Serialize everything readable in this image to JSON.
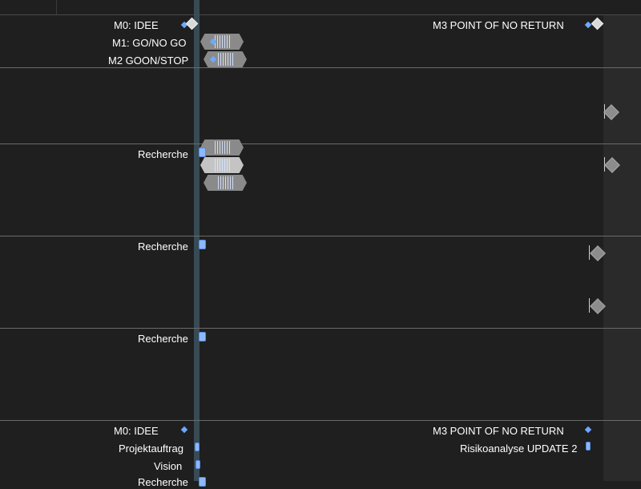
{
  "colors": {
    "background": "#1f1f1f",
    "today_line": "#3a4e57",
    "task_blue": "#8bb8ff",
    "milestone_light": "#d9d9d9",
    "milestone_gray": "#8c8c8c"
  },
  "sections": [
    {
      "milestones_left": [
        "M0: IDEE",
        "M1: GO/NO GO",
        "M2 GOON/STOP"
      ],
      "milestone_right": "M3 POINT OF NO RETURN"
    },
    {
      "task": "Recherche"
    },
    {
      "task": "Recherche"
    },
    {
      "task": "Recherche"
    }
  ],
  "bottom": {
    "milestone_left": "M0: IDEE",
    "milestone_right": "M3 POINT OF NO RETURN",
    "tasks_left": [
      "Projektauftrag",
      "Vision",
      "Recherche"
    ],
    "task_right": "Risikoanalyse UPDATE 2"
  }
}
